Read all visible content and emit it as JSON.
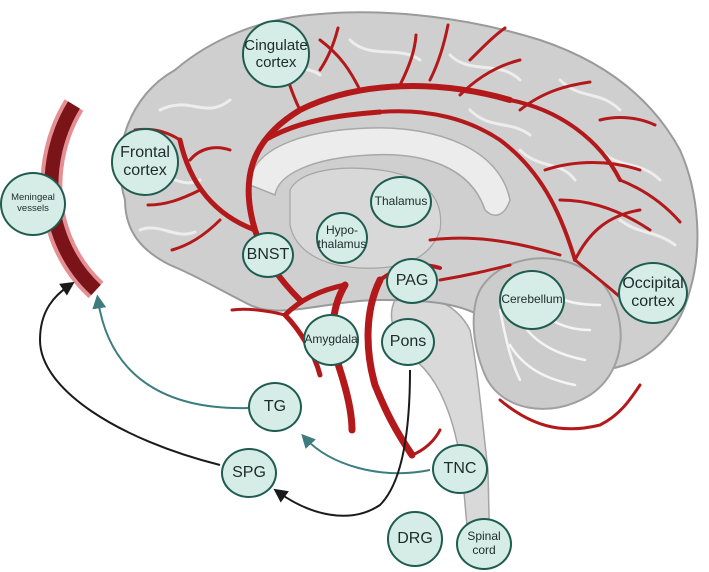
{
  "labels": {
    "cingulate_cortex": "Cingulate\ncortex",
    "frontal_cortex": "Frontal\ncortex",
    "meningeal_vessels": "Meningeal\nvessels",
    "thalamus": "Thalamus",
    "hypothalamus": "Hypo-\nthalamus",
    "bnst": "BNST",
    "pag": "PAG",
    "cerebellum": "Cerebellum",
    "occipital_cortex": "Occipital\ncortex",
    "amygdala": "Amygdala",
    "pons": "Pons",
    "tg": "TG",
    "spg": "SPG",
    "tnc": "TNC",
    "drg": "DRG",
    "spinal_cord": "Spinal\ncord"
  },
  "colors": {
    "brain_fill": "#cfcfcf",
    "brain_outline": "#9a9a9a",
    "vessel": "#b3191b",
    "node_fill": "#d6ede7",
    "node_border": "#1f5c4f",
    "arrow_teal": "#3d7d7f",
    "arrow_black": "#1a1a1a"
  }
}
